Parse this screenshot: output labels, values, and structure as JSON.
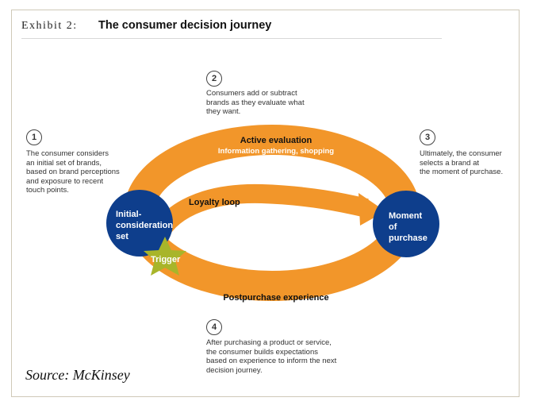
{
  "exhibit": {
    "label": "Exhibit 2:",
    "title": "The consumer decision journey"
  },
  "steps": [
    {
      "number": "1",
      "text": "The consumer considers\nan initial set of brands,\nbased on brand perceptions\nand exposure to recent\ntouch points."
    },
    {
      "number": "2",
      "text": "Consumers add or subtract\nbrands as they evaluate what\nthey want."
    },
    {
      "number": "3",
      "text": "Ultimately, the consumer\nselects a brand at\nthe moment of purchase."
    },
    {
      "number": "4",
      "text": "After purchasing a product or service,\nthe consumer builds expectations\nbased on experience to inform the next\ndecision journey."
    }
  ],
  "loop": {
    "active_title": "Active evaluation",
    "active_subtitle": "Information gathering, shopping",
    "post_title": "Postpurchase experience",
    "post_subtitle": "Ongoing exposure",
    "loyalty": "Loyalty loop"
  },
  "nodes": {
    "initial_line1": "Initial-",
    "initial_line2": "consideration",
    "initial_line3": "set",
    "moment_line1": "Moment",
    "moment_line2": "of",
    "moment_line3": "purchase",
    "trigger": "Trigger"
  },
  "source": "Source: McKinsey",
  "colors": {
    "orange": "#F2962A",
    "navy": "#0E3E8C",
    "trigger_green": "#A8B52A"
  }
}
